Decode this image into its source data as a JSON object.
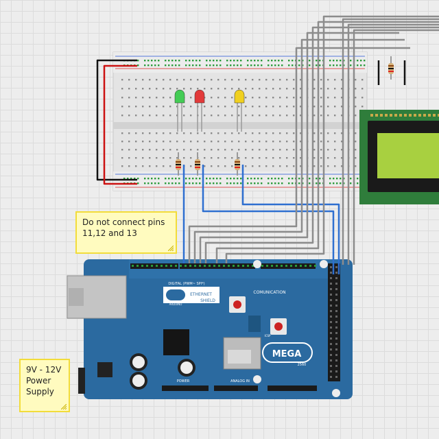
{
  "notes": {
    "pins": {
      "line1": "Do not connect pins",
      "line2": "11,12 and 13"
    },
    "power": {
      "line1": "9V - 12V",
      "line2": "Power",
      "line3": "Supply"
    }
  },
  "board": {
    "shield_line1": "ETHERNET",
    "shield_line2": "SHIELD",
    "digital_label": "DIGITAL (PWM~ SPI*)",
    "comm_label": "COMUNICATION",
    "model": "MEGA",
    "analog_label": "ANALOG IN",
    "year": "2560",
    "brand": "ARDUINO",
    "power_header_label": "POWER",
    "icsp_label": "ICSP"
  },
  "leds": [
    {
      "color": "#44cc55",
      "name": "green"
    },
    {
      "color": "#e23a3a",
      "name": "red"
    },
    {
      "color": "#f0d020",
      "name": "yellow"
    }
  ],
  "colors": {
    "board": "#2b6aa0",
    "wire_blue": "#2e6fd0",
    "wire_gray": "#8c8c8c",
    "wire_red": "#cc1111",
    "lcd_screen": "#a8d040",
    "lcd_pcb": "#2f7d3b",
    "breadboard": "#e6e6e6"
  }
}
